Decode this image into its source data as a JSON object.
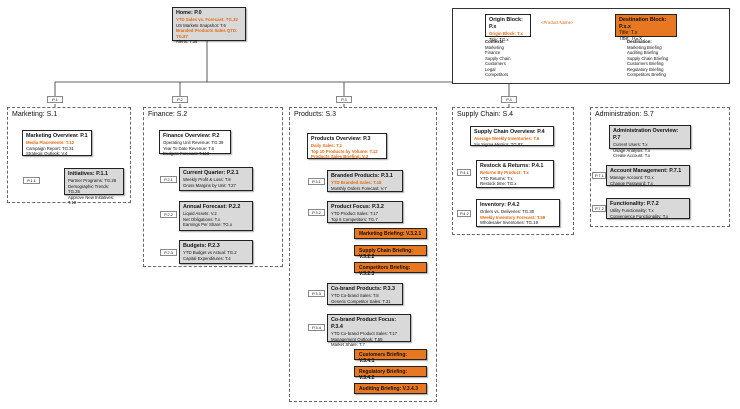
{
  "home": {
    "title": "Home: P.0",
    "lines": [
      {
        "t": "YTD Sales vs. Forecast: TG.32",
        "hl": true
      },
      {
        "t": "US Markets Snapshot: T.6",
        "hl": false
      },
      {
        "t": "Branded Products Sales QTD: TG.87",
        "hl": true
      },
      {
        "t": "Alerts: T.38",
        "hl": false
      }
    ]
  },
  "legend": {
    "origin": {
      "title": "Origin Block: P.x",
      "lines": [
        {
          "t": "Origin Block: T.x",
          "hl": true
        },
        {
          "t": "Title: TG.x",
          "hl": false
        }
      ]
    },
    "arrow_label": "<Product Name>",
    "dest": {
      "title": "Destination Block: P.x.x",
      "lines": [
        {
          "t": "Title: T.x",
          "hl": false
        },
        {
          "t": "Title: TG.x",
          "hl": false
        }
      ]
    },
    "contexts_label": "Contexts:",
    "contexts": [
      "Marketing",
      "Finance",
      "Supply Chain",
      "Customers",
      "Legal",
      "Competitors"
    ],
    "destination_label": "Destination:",
    "destinations": [
      "Marketing Briefing",
      "Auditing Briefing",
      "Supply Chain Briefing",
      "Customers Briefing",
      "Regulatory Briefing",
      "Competitors Briefing"
    ]
  },
  "tags": {
    "p1": "P.1",
    "p2": "P.2",
    "p3": "P.3",
    "p4": "P.4",
    "p11": "P.1.1",
    "p21": "P.2.1",
    "p22": "P.2.2",
    "p23": "P.2.3",
    "p31": "P.3.1",
    "p32": "P.3.2",
    "p33": "P.3.3",
    "p34": "P.3.4",
    "p41": "P.4.1",
    "p42": "P.4.2",
    "p71": "P.7.1",
    "p72": "P.7.2"
  },
  "sections": {
    "marketing": "Marketing: S.1",
    "finance": "Finance: S.2",
    "products": "Products: S.3",
    "supply": "Supply Chain: S.4",
    "admin": "Administration: S.7"
  },
  "boxes": {
    "mkt_overview": {
      "title": "Marketing Overview: P.1",
      "lines": [
        {
          "t": "Media Placements: T.12",
          "hl": true
        },
        {
          "t": "Campaign Report: TG.31",
          "hl": false
        },
        {
          "t": "Strategic Outlook: V.4",
          "hl": false
        }
      ]
    },
    "initiatives": {
      "title": "Initiatives: P.1.1",
      "lines": [
        {
          "t": "Partner Programs: TG.28",
          "hl": false
        },
        {
          "t": "Demographic Trends: TG.25",
          "hl": false
        },
        {
          "t": "Approve New Initiatives: T.10",
          "hl": false
        }
      ]
    },
    "fin_overview": {
      "title": "Finance Overview: P.2",
      "lines": [
        {
          "t": "Operating Unit Revenue: TG.39",
          "hl": false
        },
        {
          "t": "Year To Date Revenue: T.6",
          "hl": false
        },
        {
          "t": "Budgets Forecast: T.113",
          "hl": false
        }
      ]
    },
    "current_q": {
      "title": "Current Quarter: P.2.1",
      "lines": [
        {
          "t": "Weekly Profit & Loss: T.8",
          "hl": false
        },
        {
          "t": "Gross Margins by Unit: T.27",
          "hl": false
        }
      ]
    },
    "annual": {
      "title": "Annual Forecast: P.2.2",
      "lines": [
        {
          "t": "Liquid Assets: V.2",
          "hl": false
        },
        {
          "t": "Net Obligations: T.x",
          "hl": false
        },
        {
          "t": "Earnings Per Share: TG.x",
          "hl": false
        }
      ]
    },
    "budgets": {
      "title": "Budgets: P.2.3",
      "lines": [
        {
          "t": "YTD Budget vs Actual: TG.2",
          "hl": false
        },
        {
          "t": "Capital Expenditures: T.4",
          "hl": false
        }
      ]
    },
    "prod_overview": {
      "title": "Products Overview: P.3",
      "lines": [
        {
          "t": "Daily Sales: T.1",
          "hl": true
        },
        {
          "t": "Top 10 Products by Volume: T.12",
          "hl": true
        },
        {
          "t": "Products Sales Briefing: V.3",
          "hl": true
        }
      ]
    },
    "branded": {
      "title": "Branded Products: P.3.1",
      "lines": [
        {
          "t": "YTD Branded Sales: T.18",
          "hl": true
        },
        {
          "t": "Monthly Orders Forecast: V.7",
          "hl": false
        }
      ]
    },
    "focus": {
      "title": "Product Focus: P.3.2",
      "lines": [
        {
          "t": "YTD Product Sales: T.17",
          "hl": false
        },
        {
          "t": "Top 5 Competitors: TG.7",
          "hl": false
        }
      ]
    },
    "cobrand": {
      "title": "Co-brand Products: P.3.3",
      "lines": [
        {
          "t": "YTD Co-brand Sales: T.8",
          "hl": false
        },
        {
          "t": "Generic Competitor Sales: T.31",
          "hl": false
        }
      ]
    },
    "cofocus": {
      "title": "Co-brand Product Focus: P.3.4",
      "lines": [
        {
          "t": "YTD Co-brand Product Sales: T.17",
          "hl": false
        },
        {
          "t": "Management Outlook: T.55",
          "hl": false
        },
        {
          "t": "Market Share: T.7",
          "hl": false
        }
      ]
    },
    "sc_overview": {
      "title": "Supply Chain Overview: P.4",
      "lines": [
        {
          "t": "Average Weekly Inventories: T.6",
          "hl": true
        },
        {
          "t": "Six Sigma Metrics: TG.87",
          "hl": false
        }
      ]
    },
    "restock": {
      "title": "Restock & Returns: P.4.1",
      "lines": [
        {
          "t": "Returns By Product: T.x",
          "hl": true
        },
        {
          "t": "YTD Returns: T.x",
          "hl": false
        },
        {
          "t": "Restock time: TG.x",
          "hl": false
        }
      ]
    },
    "inventory": {
      "title": "Inventory: P.4.2",
      "lines": [
        {
          "t": "Orders vs. Deliveries: TG.30",
          "hl": false
        },
        {
          "t": "Weekly Inventory Forecast: T.59",
          "hl": true
        },
        {
          "t": "Wholesaler Inventories: TG.19",
          "hl": false
        }
      ]
    },
    "adm_overview": {
      "title": "Administration Overview: P.7",
      "lines": [
        {
          "t": "Current Users: T.x",
          "hl": false
        },
        {
          "t": "Usage Analysis: T.x",
          "hl": false
        },
        {
          "t": "Create Account: T.x",
          "hl": false
        }
      ]
    },
    "account": {
      "title": "Account Management: P.7.1",
      "lines": [
        {
          "t": "Manage Account: TG.x",
          "hl": false
        },
        {
          "t": "Change Password: T.x",
          "hl": false
        }
      ]
    },
    "functionality": {
      "title": "Functionality: P.7.2",
      "lines": [
        {
          "t": "Utility Functionality: T.x",
          "hl": false
        },
        {
          "t": "Convenience Functionality: T.x",
          "hl": false
        }
      ]
    }
  },
  "briefings": {
    "mkt_briefing": "Marketing Briefing: V.3.2.1",
    "sc_briefing": "Supply Chain Briefing: V.3.2.2",
    "comp_briefing": "Competitors Briefing: V.3.2.3",
    "cust_briefing": "Customers Briefing: V.3.4.1",
    "reg_briefing": "Regulatory Briefing: V.3.4.2",
    "aud_briefing": "Auditing Briefing: V.3.4.3"
  }
}
